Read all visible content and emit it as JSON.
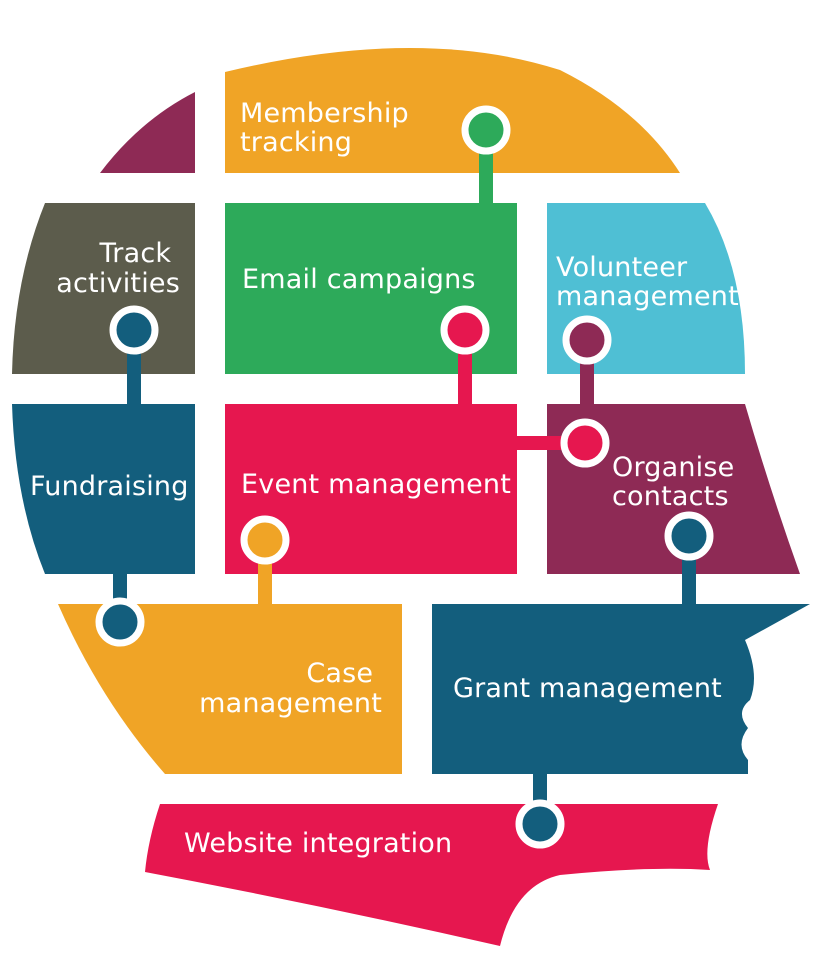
{
  "colors": {
    "orange": "#F0A426",
    "maroon": "#8E2A55",
    "olive": "#5C5C4C",
    "green": "#2DAA5A",
    "sky": "#4FBFD4",
    "navy": "#135E7D",
    "crimson": "#E6174F"
  },
  "pieces": {
    "membership": {
      "label": [
        "Membership",
        "tracking"
      ]
    },
    "track": {
      "label": [
        "Track",
        "activities"
      ]
    },
    "email": {
      "label": [
        "Email campaigns"
      ]
    },
    "volunteer": {
      "label": [
        "Volunteer",
        "management"
      ]
    },
    "fundraising": {
      "label": [
        "Fundraising"
      ]
    },
    "event": {
      "label": [
        "Event management"
      ]
    },
    "organise": {
      "label": [
        "Organise",
        "contacts"
      ]
    },
    "case": {
      "label": [
        "Case",
        "management"
      ]
    },
    "grant": {
      "label": [
        "Grant management"
      ]
    },
    "website": {
      "label": [
        "Website integration"
      ]
    }
  }
}
